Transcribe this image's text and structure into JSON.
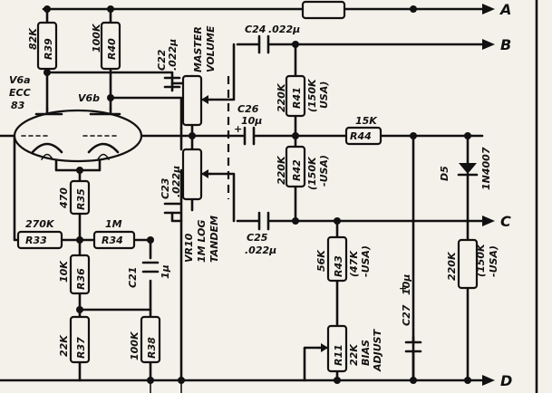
{
  "outputs": {
    "a": "A",
    "b": "B",
    "c": "C",
    "d": "D"
  },
  "tube": {
    "ref": "V6a",
    "type_line1": "ECC",
    "type_line2": "83",
    "pin_v6b": "V6b"
  },
  "resistors": {
    "r39": {
      "ref": "R39",
      "value": "82K"
    },
    "r40": {
      "ref": "R40",
      "value": "100K"
    },
    "r35": {
      "ref": "R35",
      "value": "470"
    },
    "r33": {
      "ref": "R33",
      "value": "270K"
    },
    "r34": {
      "ref": "R34",
      "value": "1M"
    },
    "r36": {
      "ref": "R36",
      "value": "10K"
    },
    "r37": {
      "ref": "R37",
      "value": "22K"
    },
    "r38": {
      "ref": "R38",
      "value": "100K"
    },
    "r41": {
      "ref": "R41",
      "value": "220K",
      "alt1": "(150K",
      "alt2": "USA)"
    },
    "r42": {
      "ref": "R42",
      "value": "220K",
      "alt1": "(150K",
      "alt2": "-USA)"
    },
    "r43": {
      "ref": "R43",
      "value": "56K",
      "alt1": "(47K",
      "alt2": "-USA)"
    },
    "r44": {
      "ref": "R44",
      "value": "15K"
    },
    "r_right": {
      "value": "220K",
      "alt1": "(150K",
      "alt2": "-USA)"
    }
  },
  "capacitors": {
    "c22": {
      "ref": "C22",
      "value": ".022µ"
    },
    "c23": {
      "ref": "C23",
      "value": ".022µ"
    },
    "c24": {
      "ref": "C24",
      "value": ".022µ"
    },
    "c25": {
      "ref": "C25",
      "value": ".022µ"
    },
    "c26": {
      "ref": "C26",
      "value": "10µ"
    },
    "c21": {
      "ref": "C21",
      "value": "1µ"
    },
    "c27": {
      "ref": "C27",
      "value": "10µ"
    },
    "polarity": "+"
  },
  "pots": {
    "vr10": {
      "ref": "VR10",
      "value": "1M LOG",
      "note": "TANDEM"
    },
    "master": {
      "line1": "MASTER",
      "line2": "VOLUME"
    },
    "r11": {
      "ref": "R11",
      "value": "22K",
      "line1": "BIAS",
      "line2": "ADJUST"
    }
  },
  "diode": {
    "ref": "D5",
    "part": "1N4007"
  }
}
